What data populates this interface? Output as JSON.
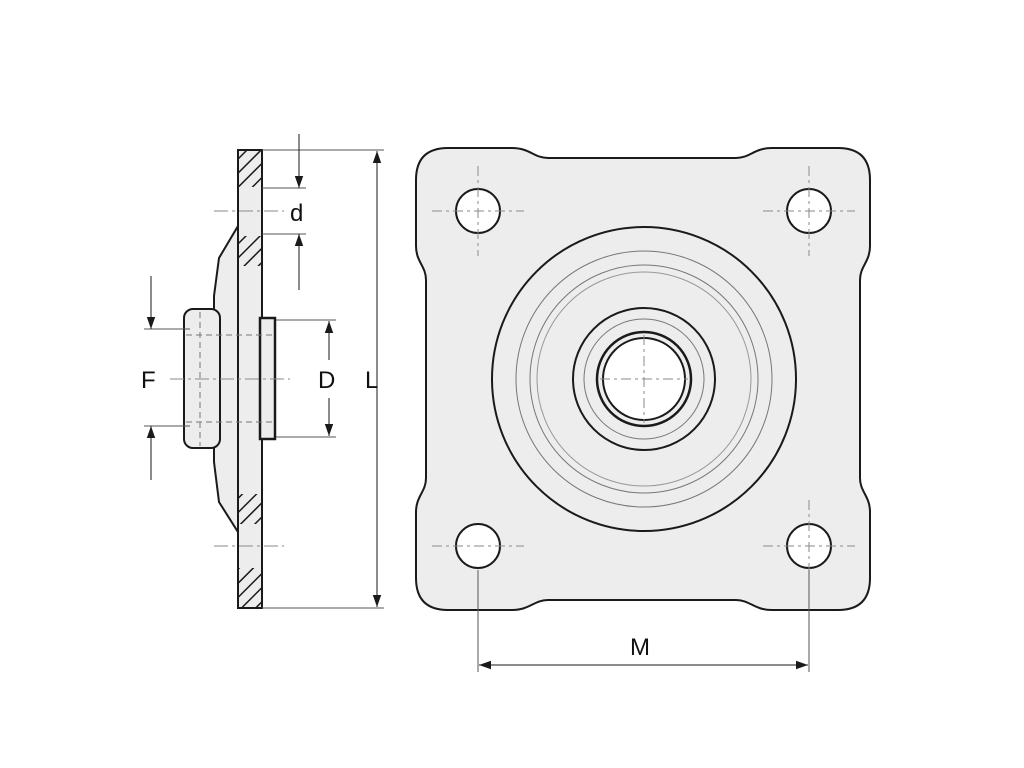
{
  "colors": {
    "background": "#ffffff",
    "part_fill": "#ededed",
    "outline": "#1a1a1a",
    "thin_line": "#555555",
    "center_line": "#8a8a8a"
  },
  "labels": {
    "d": "d",
    "F": "F",
    "D": "D",
    "L": "L",
    "M": "M"
  }
}
